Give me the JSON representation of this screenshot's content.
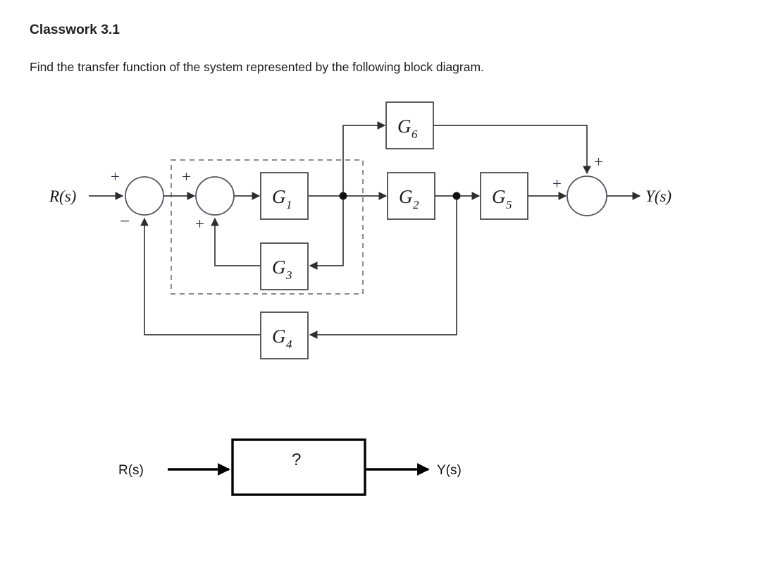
{
  "page": {
    "title": "Classwork 3.1",
    "prompt": "Find the transfer function of the system represented by the following block diagram."
  },
  "diagram": {
    "input_label": "R(s)",
    "output_label": "Y(s)",
    "blocks": [
      {
        "id": "G1",
        "label": "G",
        "sub": "1"
      },
      {
        "id": "G2",
        "label": "G",
        "sub": "2"
      },
      {
        "id": "G3",
        "label": "G",
        "sub": "3"
      },
      {
        "id": "G4",
        "label": "G",
        "sub": "4"
      },
      {
        "id": "G5",
        "label": "G",
        "sub": "5"
      },
      {
        "id": "G6",
        "label": "G",
        "sub": "6"
      }
    ],
    "summing_junctions": [
      {
        "id": "sum1",
        "signs": {
          "input_left": "+",
          "input_bottom": "−"
        }
      },
      {
        "id": "sum2",
        "signs": {
          "input_left": "+",
          "input_bottom": "+"
        }
      },
      {
        "id": "sum3",
        "signs": {
          "input_left": "+",
          "input_top": "+"
        }
      }
    ],
    "dashed_group": {
      "contains": [
        "sum2",
        "G1",
        "G3"
      ]
    }
  },
  "answer_block": {
    "input_label": "R(s)",
    "output_label": "Y(s)",
    "block_label": "?"
  },
  "colors": {
    "background": "#ffffff",
    "text": "#1d1d1d",
    "wire": "#3b3b3b",
    "box_stroke": "#4a4a4a",
    "dashed_stroke": "#8c8c8c",
    "sign": "#2b2b3a"
  }
}
